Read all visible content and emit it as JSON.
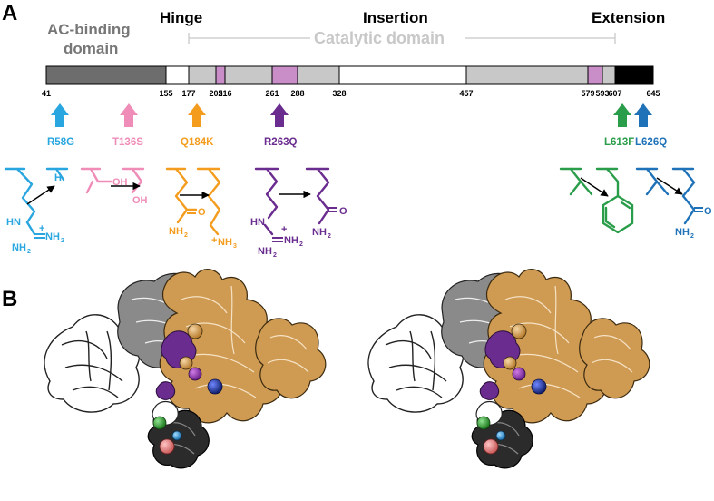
{
  "panel_a": {
    "letter": "A",
    "regions": {
      "ac_binding_line1": "AC-binding",
      "ac_binding_line2": "domain",
      "hinge": "Hinge",
      "insertion": "Insertion",
      "extension": "Extension",
      "catalytic": "Catalytic domain"
    },
    "positions": [
      {
        "label": "41",
        "value": 41
      },
      {
        "label": "155",
        "value": 155
      },
      {
        "label": "177",
        "value": 177
      },
      {
        "label": "205",
        "value": 205
      },
      {
        "label": "216",
        "value": 216
      },
      {
        "label": "261",
        "value": 261
      },
      {
        "label": "288",
        "value": 288
      },
      {
        "label": "328",
        "value": 328
      },
      {
        "label": "457",
        "value": 457
      },
      {
        "label": "579",
        "value": 579
      },
      {
        "label": "593",
        "value": 593
      },
      {
        "label": "607",
        "value": 607
      },
      {
        "label": "645",
        "value": 645
      }
    ],
    "segments": [
      {
        "from": 41,
        "to": 155,
        "fill": "#6d6d6d"
      },
      {
        "from": 155,
        "to": 177,
        "fill": "#ffffff"
      },
      {
        "from": 177,
        "to": 205,
        "fill": "#c8c8c8"
      },
      {
        "from": 205,
        "to": 216,
        "fill": "#c98ec8"
      },
      {
        "from": 216,
        "to": 261,
        "fill": "#c8c8c8"
      },
      {
        "from": 261,
        "to": 288,
        "fill": "#c98ec8"
      },
      {
        "from": 288,
        "to": 328,
        "fill": "#c8c8c8"
      },
      {
        "from": 328,
        "to": 457,
        "fill": "#ffffff"
      },
      {
        "from": 457,
        "to": 579,
        "fill": "#c8c8c8"
      },
      {
        "from": 579,
        "to": 593,
        "fill": "#c98ec8"
      },
      {
        "from": 593,
        "to": 607,
        "fill": "#c8c8c8"
      },
      {
        "from": 607,
        "to": 645,
        "fill": "#000000"
      }
    ],
    "mutations": [
      {
        "label": "R58G",
        "color": "#29a6df"
      },
      {
        "label": "T136S",
        "color": "#ef8cb8"
      },
      {
        "label": "Q184K",
        "color": "#f39c1e"
      },
      {
        "label": "R263Q",
        "color": "#6a2c8f"
      },
      {
        "label": "L613F",
        "color": "#2a9d4a"
      },
      {
        "label": "L626Q",
        "color": "#1f72b8"
      }
    ],
    "chem_labels": {
      "r58_hn": "HN",
      "r58_nh2a": "NH",
      "r58_nh2b": "NH",
      "r58_plus": "+",
      "r58_h": "H",
      "t136_oh1": "OH",
      "t136_oh2": "OH",
      "q184_o": "O",
      "q184_nh2": "NH",
      "q184_nh3": "NH",
      "q184_plus": "+",
      "r263_hn": "HN",
      "r263_nh2a": "NH",
      "r263_nh2b": "NH",
      "r263_plus": "+",
      "r263_o": "O",
      "r263_nh2c": "NH",
      "l626_o": "O",
      "l626_nh2": "NH",
      "sub2": "2",
      "sub3": "3"
    }
  },
  "panel_b": {
    "letter": "B"
  },
  "structure_colors": {
    "catalytic": "#cf9a52",
    "ac_binding": "#6d6d6d",
    "hinge": "#ffffff",
    "extension": "#2b2b2b",
    "loop": "#6a2c8f"
  }
}
